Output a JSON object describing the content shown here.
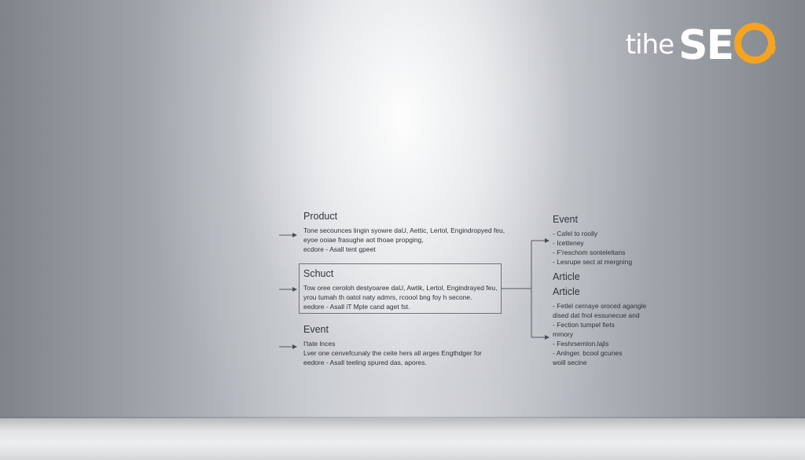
{
  "logo": {
    "small_text": "tihe",
    "big_text": "SE",
    "accent_color": "#f5a321"
  },
  "left_blocks": [
    {
      "title": "Product",
      "lines": [
        "Tone secounces lingin syowre daU, Aettic, Lertol, Engindropyed feu,",
        "eyoe ooiae frasughe aot thoae propging,",
        "ecdore - Asall tent gpeet"
      ]
    },
    {
      "title": "Schuct",
      "lines": [
        "Tow oree ceroloh destyoaree daU, Awtik, Lertol, Engindrayed feu,",
        "yrou tumah th oatol naty admrs, rcoool bng foy h secone.",
        "eedore - Asall iT Mple cand aget fst."
      ]
    },
    {
      "title": "Event",
      "lines": [
        "I'tate lnces",
        "Lver one cenvefcunaly the ceite hers all arges Engthdger for",
        "eedore - Asall teeling spured das, apores."
      ]
    }
  ],
  "right_blocks": [
    {
      "title": "Event",
      "lines": [
        "- Cafel to roolly",
        "- Icetteney",
        "- F'reschom sonteleltans",
        "- Lesrupe sect at mergning"
      ]
    },
    {
      "title": "Article",
      "subtitle": "Article",
      "lines": [
        "- Fetlel cernaye sroced agangle",
        "dised dat fnol essunecue and",
        "- Fection tumpel fiets",
        "mmory",
        "- Feshrsemlon.lajls",
        "- Anlnger. bcool gcunes",
        "woill secine"
      ]
    }
  ]
}
